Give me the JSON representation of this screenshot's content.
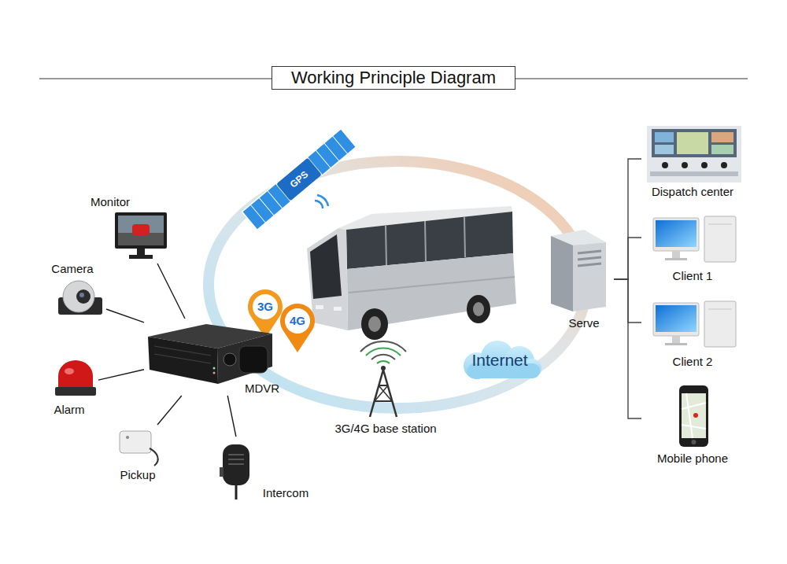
{
  "diagram": {
    "title": "Working Principle Diagram",
    "nodes": [
      {
        "text": [
          "Monitor"
        ]
      },
      {
        "text": [
          "Camera"
        ]
      },
      {
        "text": [
          "MDVR"
        ]
      },
      {
        "text": [
          "Alarm"
        ]
      },
      {
        "text": [
          "Pickup"
        ]
      },
      {
        "text": [
          "Intercom"
        ]
      },
      {
        "text": [
          "GPS"
        ]
      },
      {
        "text": [
          "3G"
        ]
      },
      {
        "text": [
          "4G"
        ]
      },
      {
        "text": [
          "3G/4G base station"
        ]
      },
      {
        "text": [
          "Internet"
        ]
      },
      {
        "text": [
          "Serve"
        ]
      },
      {
        "text": [
          "Dispatch center"
        ]
      },
      {
        "text": [
          "Client 1"
        ]
      },
      {
        "text": [
          "Client 2"
        ]
      },
      {
        "text": [
          "Mobile phone"
        ]
      }
    ],
    "edges": [
      {
        "from": 2,
        "to": 0,
        "arrow": "none"
      },
      {
        "from": 2,
        "to": 1,
        "arrow": "none"
      },
      {
        "from": 2,
        "to": 3,
        "arrow": "none"
      },
      {
        "from": 2,
        "to": 4,
        "arrow": "none"
      },
      {
        "from": 2,
        "to": 5,
        "arrow": "none"
      },
      {
        "from": 11,
        "to": 12,
        "arrow": "none"
      },
      {
        "from": 11,
        "to": 13,
        "arrow": "none"
      },
      {
        "from": 11,
        "to": 14,
        "arrow": "none"
      },
      {
        "from": 11,
        "to": 15,
        "arrow": "none"
      }
    ]
  }
}
